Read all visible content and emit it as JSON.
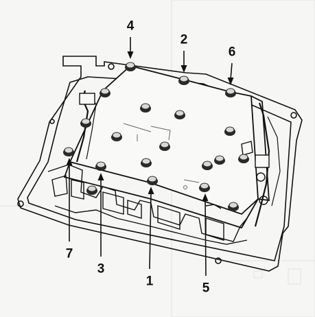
{
  "figure": {
    "callouts": [
      {
        "label": "4"
      },
      {
        "label": "2"
      },
      {
        "label": "6"
      },
      {
        "label": "7"
      },
      {
        "label": "3"
      },
      {
        "label": "1"
      },
      {
        "label": "5"
      }
    ],
    "colors": {
      "ink": "#111111",
      "paper": "#f6f6f4",
      "plate": "#f9f9f7",
      "bolt": "#2a2a2a"
    }
  }
}
